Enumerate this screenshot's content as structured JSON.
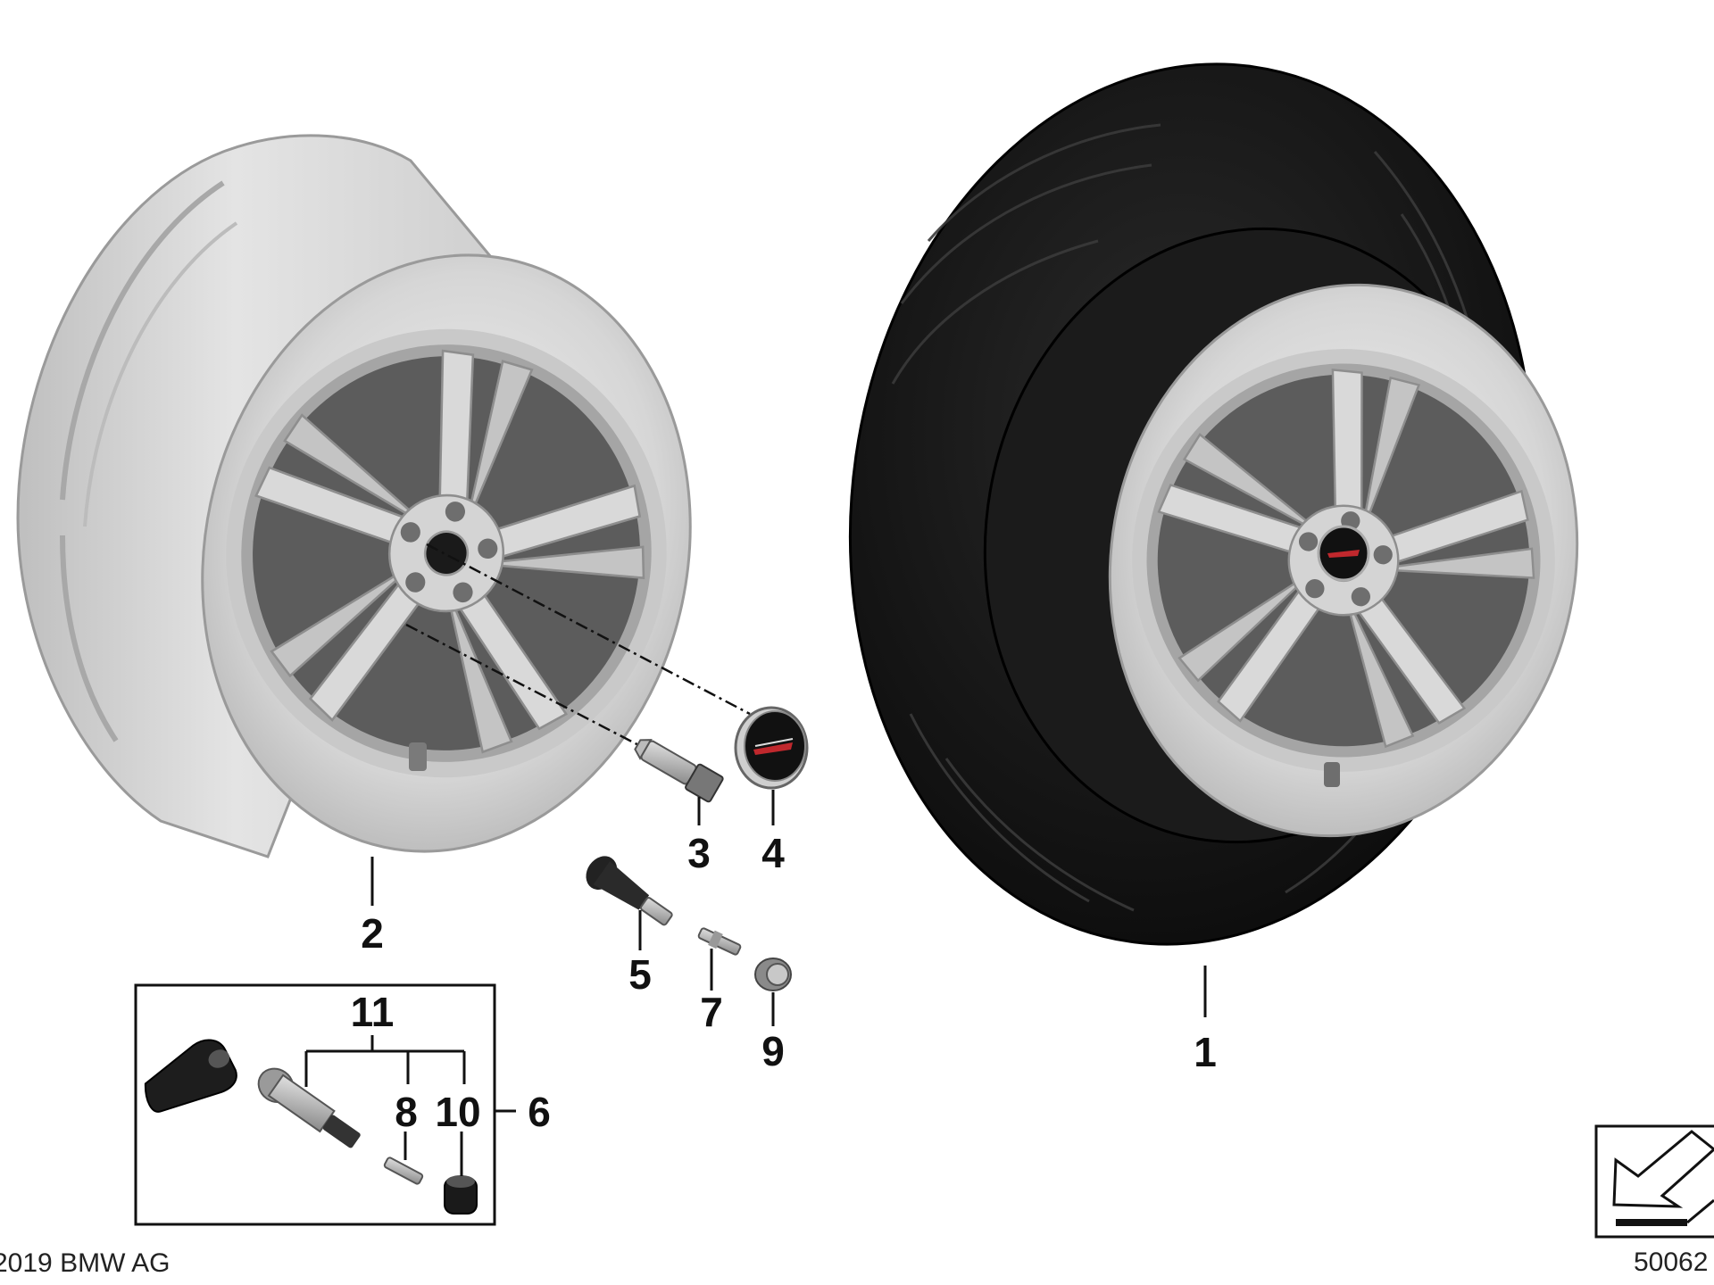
{
  "copyright": "2019 BMW AG",
  "diagram_number": "50062",
  "parts": [
    {
      "id": "p1",
      "label": "1",
      "icon": "complete-wheel-with-tire"
    },
    {
      "id": "p2",
      "label": "2",
      "icon": "light-alloy-rim"
    },
    {
      "id": "p3",
      "label": "3",
      "icon": "wheel-bolt"
    },
    {
      "id": "p4",
      "label": "4",
      "icon": "hub-cap-with-emblem"
    },
    {
      "id": "p5",
      "label": "5",
      "icon": "rubber-valve"
    },
    {
      "id": "p6",
      "label": "6",
      "icon": "tire-pressure-sensor-kit"
    },
    {
      "id": "p7",
      "label": "7",
      "icon": "valve-core"
    },
    {
      "id": "p8",
      "label": "8",
      "icon": "valve-insert"
    },
    {
      "id": "p9",
      "label": "9",
      "icon": "valve-cap"
    },
    {
      "id": "p10",
      "label": "10",
      "icon": "sensor-valve-cap"
    },
    {
      "id": "p11",
      "label": "11",
      "icon": "sensor-valve"
    }
  ],
  "colors": {
    "rim_light": "#e6e6e6",
    "rim_mid": "#c8c8c8",
    "rim_dark": "#9a9a9a",
    "tire": "#151515",
    "tire_tread": "#3a3a3a",
    "emblem_red": "#c0282d"
  }
}
